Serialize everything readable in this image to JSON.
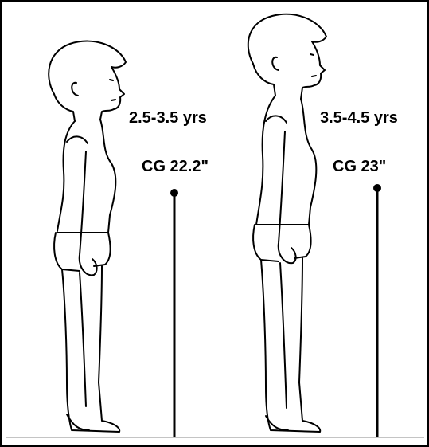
{
  "figures": [
    {
      "age_label": "2.5-3.5 yrs",
      "cg_label": "CG 22.2\""
    },
    {
      "age_label": "3.5-4.5 yrs",
      "cg_label": "CG 23\""
    }
  ],
  "colors": {
    "line": "#000000",
    "background": "#ffffff",
    "frame": "#000000"
  }
}
